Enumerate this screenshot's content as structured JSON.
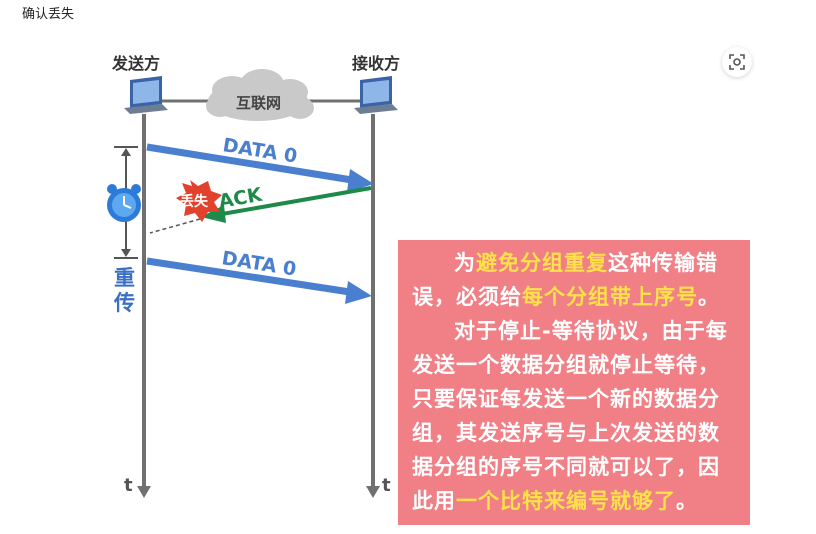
{
  "page": {
    "title": "确认丢失"
  },
  "diagram": {
    "sender_label": "发送方",
    "receiver_label": "接收方",
    "network_label": "互联网",
    "data0_first_label": "DATA 0",
    "data0_second_label": "DATA 0",
    "ack_label": "ACK",
    "lost_label": "丢失",
    "retransmit_label_1": "重",
    "retransmit_label_2": "传",
    "time_label_left": "t",
    "time_label_right": "t"
  },
  "note": {
    "p1_a": "为",
    "p1_b": "避免分组重复",
    "p1_c": "这种传输错误，必须给",
    "p1_d": "每个分组带上序号",
    "p1_e": "。",
    "p2_a": "对于停止-等待协议，由于每发送一个数据分组就停止等待，只要保证每发送一个新的数据分组，其发送序号与上次发送的数据分组的序号不同就可以了，因此用",
    "p2_b": "一个比特来编号就够了",
    "p2_c": "。"
  },
  "colors": {
    "data_arrow": "#4a7fd0",
    "ack_arrow": "#1e8a4a",
    "lost_badge": "#e2412b",
    "timeline": "#707070",
    "retransmit_text": "#3b6fc4",
    "note_bg": "#f07f86",
    "note_highlight": "#ffe14a"
  },
  "icons": {
    "lens": "visual-search-icon",
    "timer": "alarm-clock-icon"
  }
}
